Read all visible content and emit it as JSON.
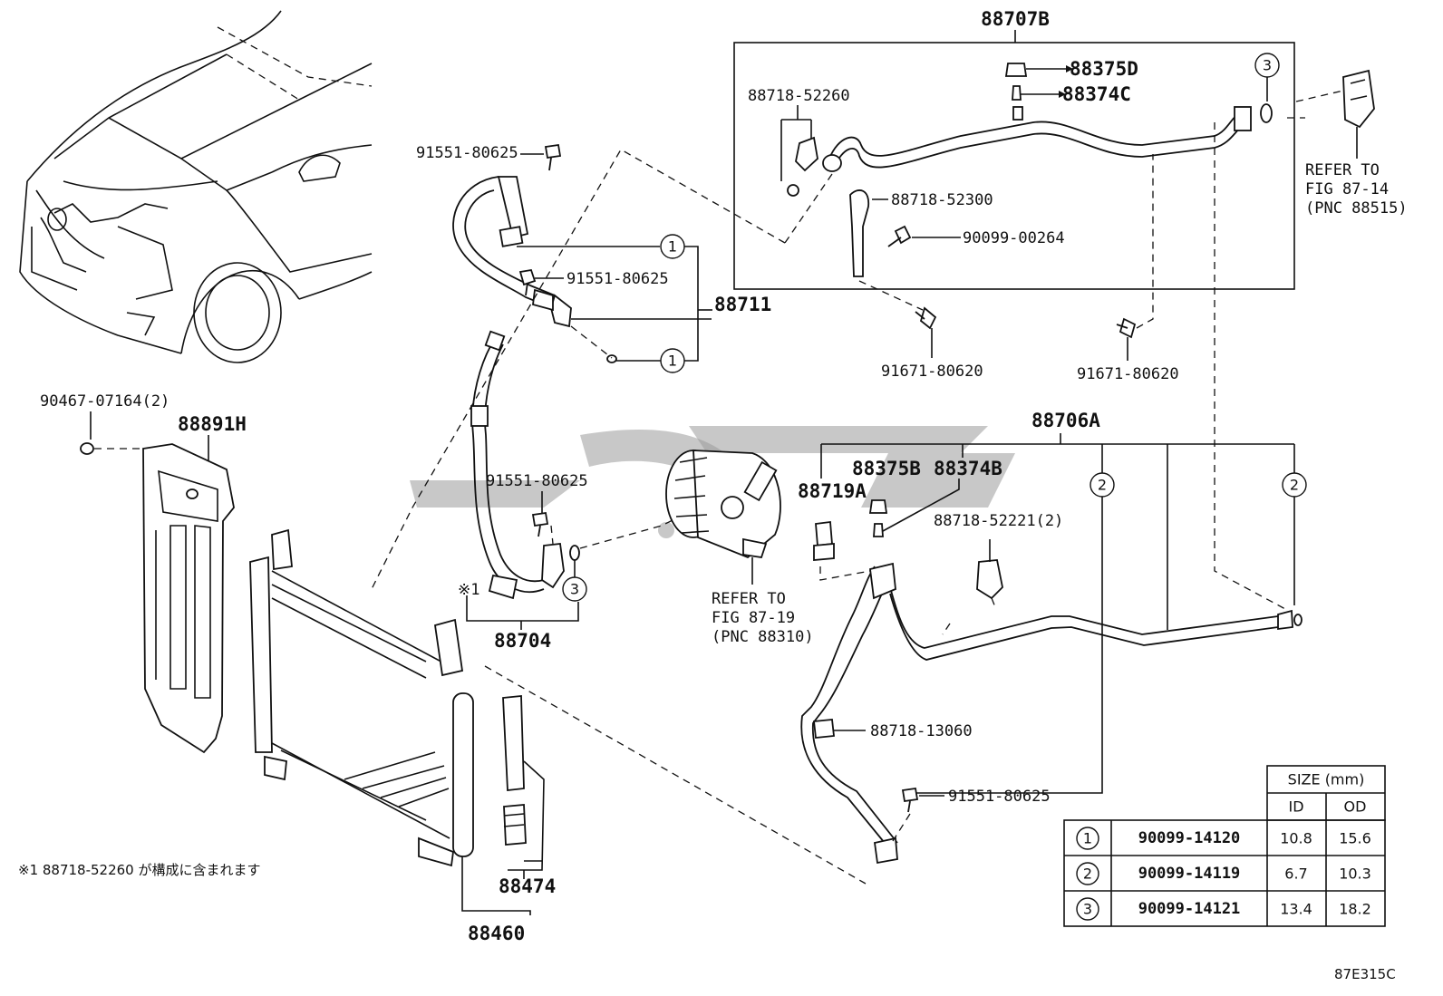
{
  "labels": {
    "p88707B": "88707B",
    "p88375D": "88375D",
    "p88374C": "88374C",
    "p88718_52260": "88718-52260",
    "p88718_52300": "88718-52300",
    "p90099_00264": "90099-00264",
    "p91671_80620_a": "91671-80620",
    "p91671_80620_b": "91671-80620",
    "refer_a_1": "REFER TO",
    "refer_a_2": "FIG 87-14",
    "refer_a_3": "(PNC 88515)",
    "p91551_80625_a": "91551-80625",
    "p91551_80625_b": "91551-80625",
    "p91551_80625_c": "91551-80625",
    "p91551_80625_d": "91551-80625",
    "p88711": "88711",
    "p90467_07164": "90467-07164(2)",
    "p88891H": "88891H",
    "p88706A": "88706A",
    "p88375B": "88375B",
    "p88374B": "88374B",
    "p88719A": "88719A",
    "p88718_52221": "88718-52221(2)",
    "mark1": "※1",
    "p88704": "88704",
    "refer_b_1": "REFER TO",
    "refer_b_2": "FIG 87-19",
    "refer_b_3": "(PNC 88310)",
    "p88718_13060": "88718-13060",
    "p88474": "88474",
    "p88460": "88460",
    "note": "※1 88718-52260 が構成に含まれます",
    "figure_id": "87E315C"
  },
  "callouts": {
    "one": "1",
    "two": "2",
    "three": "3"
  },
  "size_table": {
    "header": "SIZE (mm)",
    "col_id": "ID",
    "col_od": "OD",
    "rows": [
      {
        "mark": "1",
        "part": "90099-14120",
        "id": "10.8",
        "od": "15.6"
      },
      {
        "mark": "2",
        "part": "90099-14119",
        "id": "6.7",
        "od": "10.3"
      },
      {
        "mark": "3",
        "part": "90099-14121",
        "id": "13.4",
        "od": "18.2"
      }
    ]
  }
}
